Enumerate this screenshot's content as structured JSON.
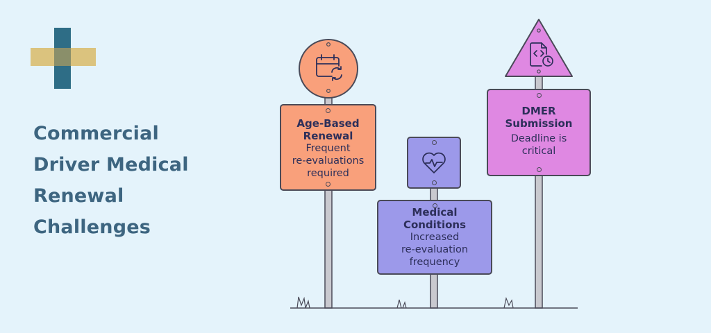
{
  "title_lines": [
    "Commercial",
    "Driver Medical",
    "Renewal",
    "Challenges"
  ],
  "signs": {
    "age": {
      "heading_lines": [
        "Age-Based",
        "Renewal"
      ],
      "body_lines": [
        "Frequent",
        "re-evaluations",
        "required"
      ],
      "icon": "calendar-refresh-icon",
      "color": "#f9a07b"
    },
    "medical": {
      "heading_lines": [
        "Medical",
        "Conditions"
      ],
      "body_lines": [
        "Increased",
        "re-evaluation",
        "frequency"
      ],
      "icon": "heart-pulse-icon",
      "color": "#9c99ea"
    },
    "dmer": {
      "heading_lines": [
        "DMER",
        "Submission"
      ],
      "body_lines": [
        "Deadline is",
        "critical"
      ],
      "icon": "document-clock-icon",
      "color": "#df88e2"
    }
  },
  "colors": {
    "background": "#e4f3fb",
    "title": "#3d6580",
    "logo_vertical": "#2e6d86",
    "logo_horizontal": "#d9b862",
    "sign_text": "#2d2f5a"
  }
}
